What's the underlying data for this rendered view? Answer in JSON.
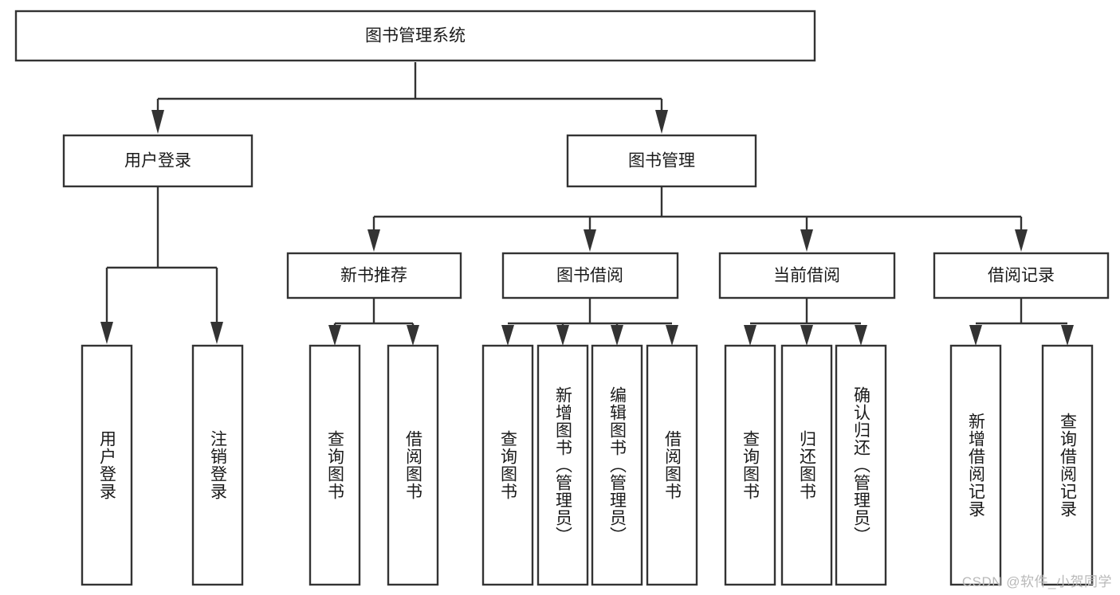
{
  "diagram": {
    "title": "图书管理系统",
    "type": "tree",
    "watermark": "CSDN @软件_小贺同学",
    "colors": {
      "stroke": "#333333",
      "node_fill": "#ffffff",
      "text": "#1a1a1a",
      "watermark": "#b9b9b9",
      "background": "#ffffff"
    },
    "levels": {
      "root": {
        "label": "图书管理系统"
      },
      "level2": [
        {
          "label": "用户登录"
        },
        {
          "label": "图书管理"
        }
      ],
      "level3": [
        {
          "label": "新书推荐"
        },
        {
          "label": "图书借阅"
        },
        {
          "label": "当前借阅"
        },
        {
          "label": "借阅记录"
        }
      ],
      "leaves": {
        "user_login": [
          {
            "label": "用户登录"
          },
          {
            "label": "注销登录"
          }
        ],
        "new_book_recommend": [
          {
            "label": "查询图书"
          },
          {
            "label": "借阅图书"
          }
        ],
        "book_borrow": [
          {
            "label": "查询图书"
          },
          {
            "label": "新增图书（管理员）"
          },
          {
            "label": "编辑图书（管理员）"
          },
          {
            "label": "借阅图书"
          }
        ],
        "current_borrow": [
          {
            "label": "查询图书"
          },
          {
            "label": "归还图书"
          },
          {
            "label": "确认归还（管理员）"
          }
        ],
        "borrow_records": [
          {
            "label": "新增借阅记录"
          },
          {
            "label": "查询借阅记录"
          }
        ]
      }
    }
  },
  "chart_data": {
    "type": "table",
    "title": "图书管理系统",
    "nodes": [
      {
        "id": "root",
        "label": "图书管理系统",
        "level": 0,
        "parent": null
      },
      {
        "id": "n1",
        "label": "用户登录",
        "level": 1,
        "parent": "root"
      },
      {
        "id": "n2",
        "label": "图书管理",
        "level": 1,
        "parent": "root"
      },
      {
        "id": "n1a",
        "label": "用户登录",
        "level": 2,
        "parent": "n1"
      },
      {
        "id": "n1b",
        "label": "注销登录",
        "level": 2,
        "parent": "n1"
      },
      {
        "id": "n2a",
        "label": "新书推荐",
        "level": 2,
        "parent": "n2"
      },
      {
        "id": "n2b",
        "label": "图书借阅",
        "level": 2,
        "parent": "n2"
      },
      {
        "id": "n2c",
        "label": "当前借阅",
        "level": 2,
        "parent": "n2"
      },
      {
        "id": "n2d",
        "label": "借阅记录",
        "level": 2,
        "parent": "n2"
      },
      {
        "id": "n2a1",
        "label": "查询图书",
        "level": 3,
        "parent": "n2a"
      },
      {
        "id": "n2a2",
        "label": "借阅图书",
        "level": 3,
        "parent": "n2a"
      },
      {
        "id": "n2b1",
        "label": "查询图书",
        "level": 3,
        "parent": "n2b"
      },
      {
        "id": "n2b2",
        "label": "新增图书（管理员）",
        "level": 3,
        "parent": "n2b"
      },
      {
        "id": "n2b3",
        "label": "编辑图书（管理员）",
        "level": 3,
        "parent": "n2b"
      },
      {
        "id": "n2b4",
        "label": "借阅图书",
        "level": 3,
        "parent": "n2b"
      },
      {
        "id": "n2c1",
        "label": "查询图书",
        "level": 3,
        "parent": "n2c"
      },
      {
        "id": "n2c2",
        "label": "归还图书",
        "level": 3,
        "parent": "n2c"
      },
      {
        "id": "n2c3",
        "label": "确认归还（管理员）",
        "level": 3,
        "parent": "n2c"
      },
      {
        "id": "n2d1",
        "label": "新增借阅记录",
        "level": 3,
        "parent": "n2d"
      },
      {
        "id": "n2d2",
        "label": "查询借阅记录",
        "level": 3,
        "parent": "n2d"
      }
    ]
  }
}
